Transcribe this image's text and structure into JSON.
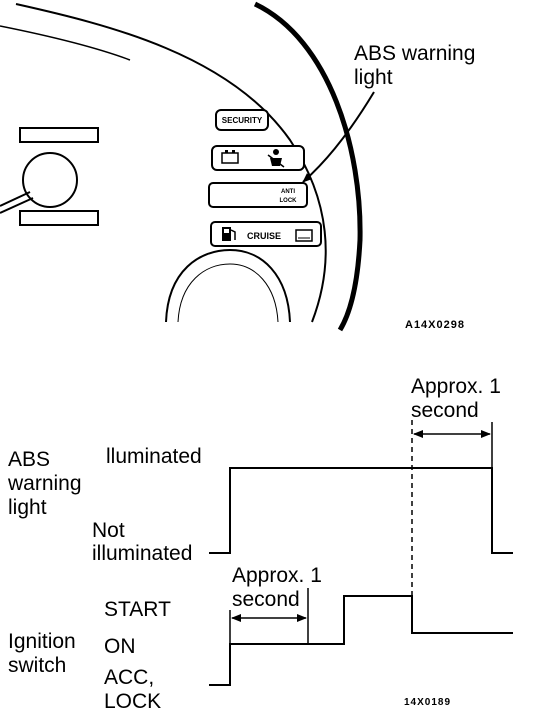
{
  "cluster": {
    "callout": [
      "ABS warning",
      "light"
    ],
    "security_label": "SECURITY",
    "anti_lock_label": [
      "ANTI",
      "LOCK"
    ],
    "cruise_label": "CRUISE",
    "figure_code": "A14X0298"
  },
  "timing": {
    "abs_light_label": [
      "ABS",
      "warning",
      "light"
    ],
    "illuminated_label": "lluminated",
    "not_illuminated_label": [
      "Not",
      "illuminated"
    ],
    "approx_top": [
      "Approx. 1",
      "second"
    ],
    "approx_bottom": [
      "Approx. 1",
      "second"
    ],
    "ignition_label": [
      "Ignition",
      "switch"
    ],
    "start_label": "START",
    "on_label": "ON",
    "acc_lock_label": [
      "ACC,",
      "LOCK"
    ],
    "figure_code": "14X0189"
  }
}
